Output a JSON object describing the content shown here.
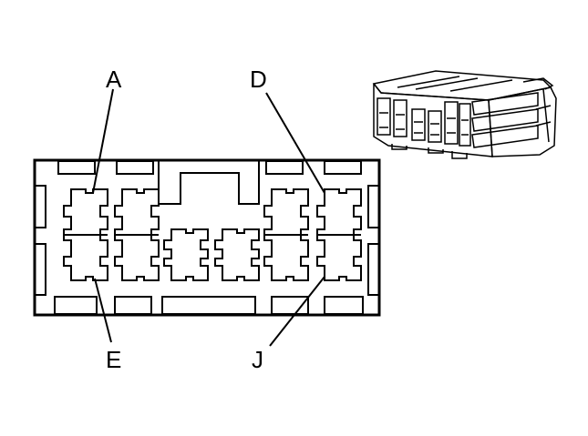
{
  "diagram": {
    "labels": {
      "top_left": "A",
      "top_right": "D",
      "bottom_left": "E",
      "bottom_right": "J"
    }
  }
}
